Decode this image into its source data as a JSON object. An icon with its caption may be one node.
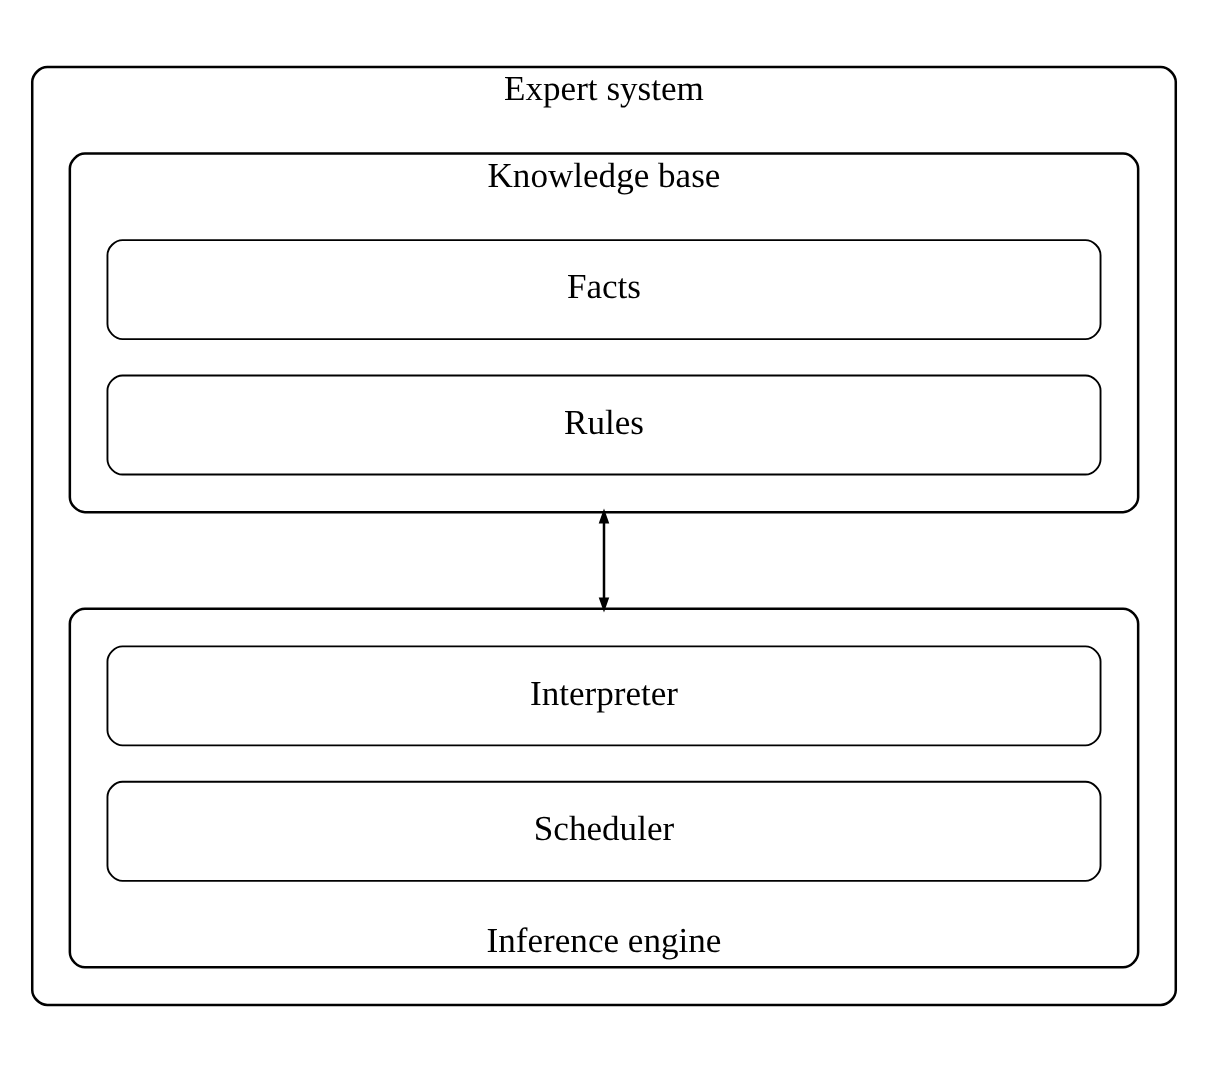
{
  "diagram": {
    "nodes": [
      {
        "text": [
          "Expert system"
        ]
      },
      {
        "text": [
          "Knowledge base"
        ],
        "in": 0
      },
      {
        "text": [
          "Facts"
        ],
        "in": 1
      },
      {
        "text": [
          "Rules"
        ],
        "in": 1
      },
      {
        "text": [
          "Inference engine"
        ],
        "in": 0
      },
      {
        "text": [
          "Interpreter"
        ],
        "in": 4
      },
      {
        "text": [
          "Scheduler"
        ],
        "in": 4
      }
    ],
    "edges": [
      {
        "from": 1,
        "to": 4,
        "arrow": "both"
      }
    ]
  }
}
